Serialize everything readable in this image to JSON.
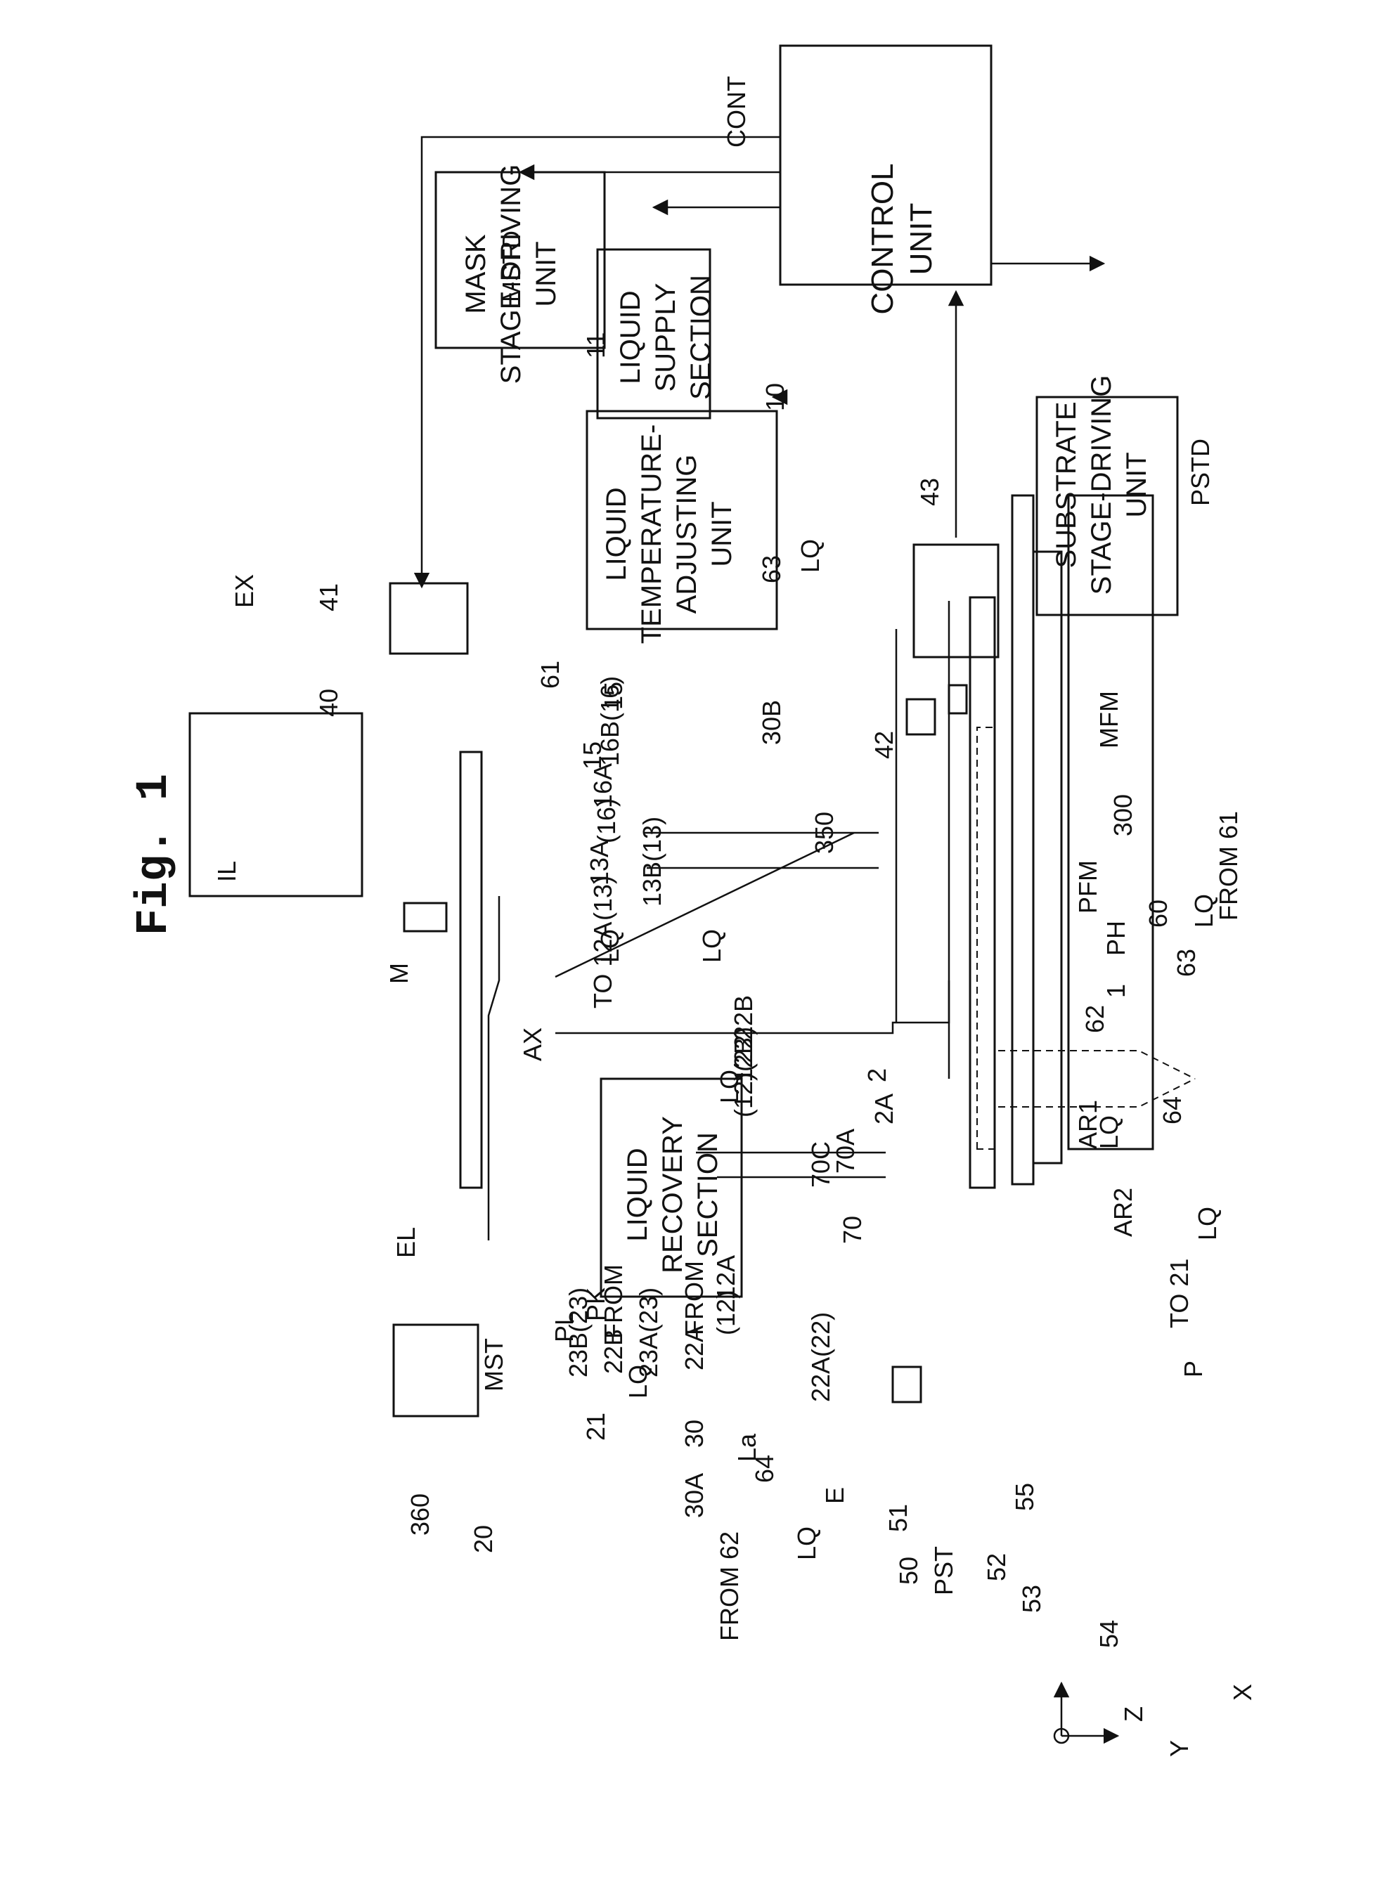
{
  "figure_title": "Fig. 1",
  "blocks": {
    "control_unit": [
      "CONTROL",
      "UNIT"
    ],
    "mask_stage_driving_unit": [
      "MASK",
      "STAGE-DRIVING",
      "UNIT"
    ],
    "liquid_supply_section": [
      "LIQUID",
      "SUPPLY",
      "SECTION"
    ],
    "liquid_temperature_adjusting_unit": [
      "LIQUID",
      "TEMPERATURE-",
      "ADJUSTING",
      "UNIT"
    ],
    "substrate_stage_driving_unit": [
      "SUBSTRATE",
      "STAGE-DRIVING",
      "UNIT"
    ],
    "liquid_recovery_section": [
      "LIQUID",
      "RECOVERY",
      "SECTION"
    ]
  },
  "labels": {
    "cont": "CONT",
    "mstd": "MSTD",
    "pstd": "PSTD",
    "ex": "EX",
    "il": "IL",
    "m": "M",
    "mst": "MST",
    "ax": "AX",
    "el": "EL",
    "pl": "PL",
    "pk": "PK",
    "n10": "10",
    "n11": "11",
    "n20": "20",
    "n21": "21",
    "n30": "30",
    "n40": "40",
    "n41": "41",
    "n42": "42",
    "n43": "43",
    "n50": "50",
    "n51": "51",
    "n52": "52",
    "n53": "53",
    "n54": "54",
    "n55": "55",
    "n60": "60",
    "n61": "61",
    "n62": "62",
    "n63a": "63",
    "n63b": "63",
    "n64a": "64",
    "n64b": "64",
    "n70": "70",
    "n70a": "70A",
    "n70c": "70C",
    "n300": "300",
    "n350": "350",
    "n360": "360",
    "n15a": "15",
    "n15b": "15",
    "n1": "1",
    "n2": "2",
    "n2a": "2A",
    "l16a": "16A",
    "l16": "(16)",
    "l13a": "13A",
    "l13": "(13)",
    "l16b": "16B(16)",
    "l13b": "13B(13)",
    "l30a": "30A",
    "l30b": "30B",
    "l12a": "12A",
    "l12a_p": "(12)",
    "l12b": "12B",
    "l12b_p": "(12)",
    "l22b": "22B",
    "l22b_p": "(22)",
    "l22a": "22A(22)",
    "l23b": "23B(23)",
    "l23a": "23A(23)",
    "to12a": "TO 12A",
    "to21": "TO 21",
    "from61": "FROM 61",
    "from62": "FROM 62",
    "from22b_a": "FROM",
    "from22b_b": "22B",
    "from22a_a": "FROM",
    "from22a_b": "22A",
    "lq1": "LQ",
    "lq2": "LQ",
    "lq3": "LQ",
    "lq4": "LQ",
    "lq5": "LQ",
    "lq6": "LQ",
    "lq7": "LQ",
    "lq8": "LQ",
    "lq9": "LQ",
    "la": "La",
    "e": "E",
    "p": "P",
    "ph": "PH",
    "pfm": "PFM",
    "mfm": "MFM",
    "ar1": "AR1",
    "ar2": "AR2",
    "pst": "PST",
    "axis_z": "Z",
    "axis_y": "Y",
    "axis_x": "X"
  }
}
